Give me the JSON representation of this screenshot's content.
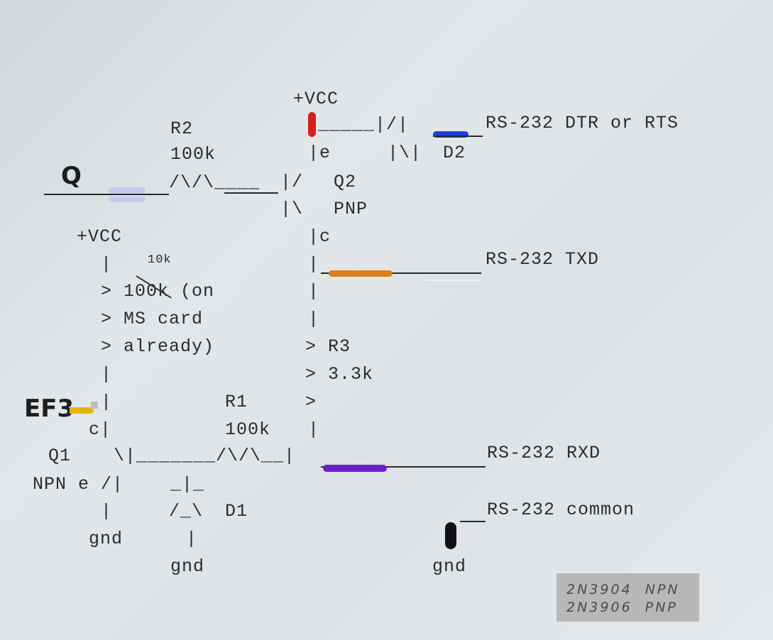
{
  "labels": {
    "vcc_top": "+VCC",
    "r2_name": "R2",
    "r2_value": "100k",
    "r2_resistor": "/\\/\\____",
    "q2_base_line": "|/",
    "q2_base_line2": "|\\",
    "q2_name": "Q2",
    "q2_type": "PNP",
    "q2_emitter": "|e",
    "q2_collector": "|c",
    "d2_line1": "_____|/|",
    "d2_line2": "|\\|",
    "d2_name": "D2",
    "dtr_rts": "RS-232 DTR or RTS",
    "txd": "RS-232 TXD",
    "rxd": "RS-232 RXD",
    "common": "RS-232 common",
    "vcc_left": "+VCC",
    "ten_k": "10k",
    "pullup_1": "> 100k (on",
    "pullup_2": "> MS card",
    "pullup_3": "> already)",
    "r3_1": "> R3",
    "r3_2": "> 3.3k",
    "r3_3": ">",
    "r1_name": "R1",
    "r1_value": "100k",
    "r1_resistor": "\\|_______/\\/\\__|",
    "q1_collector": "c|",
    "q1_name": "Q1",
    "q1_type": "NPN e /|",
    "d1_top": "_|_",
    "d1_mid": "/_\\",
    "d1_name": "D1",
    "gnd_q1": "gnd",
    "gnd_d1": "gnd",
    "gnd_common": "gnd",
    "pipe": "|",
    "hand_q": "Q",
    "hand_ef3": "EF3",
    "note_line1": "2N3904  NPN",
    "note_line2": "2N3906  PNP"
  },
  "colors": {
    "vcc_mark": "#d61f1f",
    "d2_mark": "#1d3fe0",
    "q_input_mark": "#c9c8f0",
    "txd_mark": "#d98018",
    "ef3_mark": "#e8b40c",
    "rxd_mark": "#6a1fcc",
    "gnd_mark": "#111111"
  }
}
